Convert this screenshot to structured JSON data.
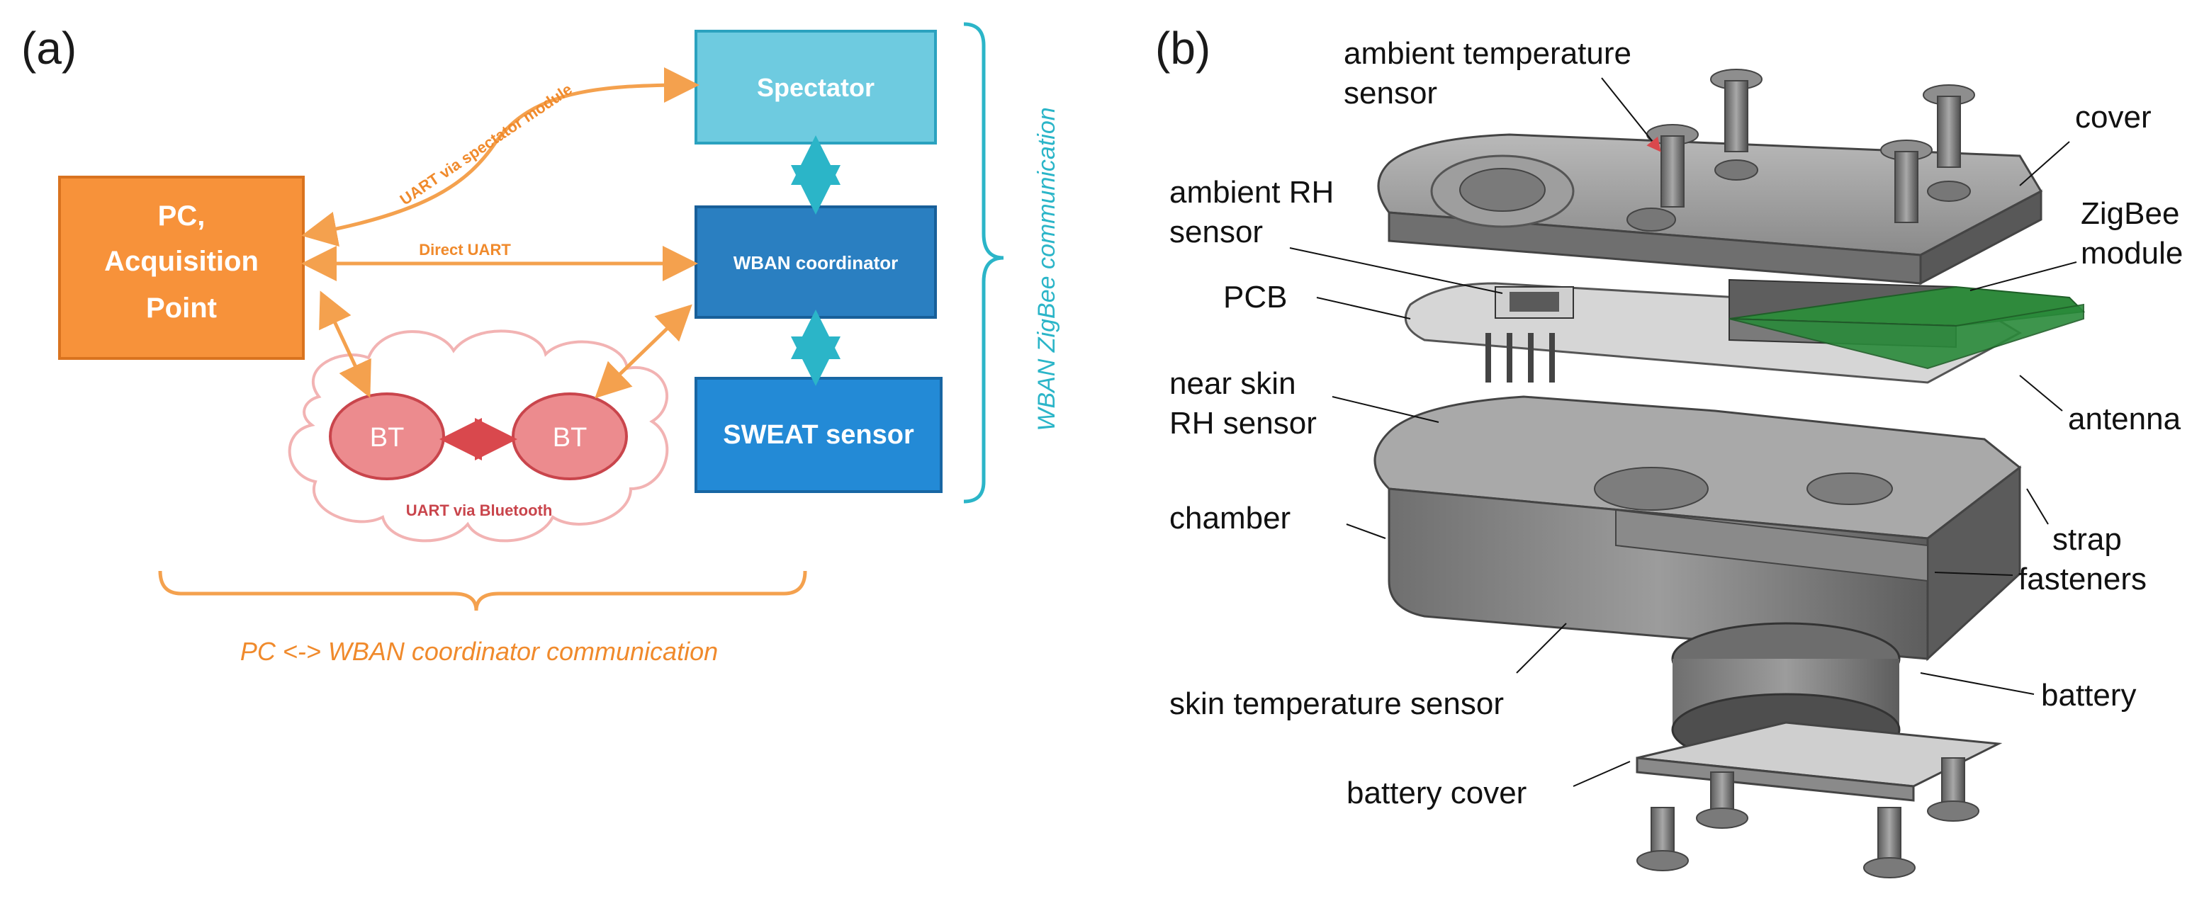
{
  "panel_a": {
    "label": "(a)",
    "pc_box": [
      "PC,",
      "Acquisition",
      "Point"
    ],
    "spectator": "Spectator",
    "wban_coordinator": "WBAN coordinator",
    "sweat_sensor": "SWEAT sensor",
    "bt_left": "BT",
    "bt_right": "BT",
    "uart_bluetooth": "UART via Bluetooth",
    "uart_spectator": "UART via spectator module",
    "direct_uart": "Direct UART",
    "zigbee_comm": "WBAN ZigBee communication",
    "pc_comm": "PC <-> WBAN coordinator communication",
    "colors": {
      "pc_orange": "#f7923a",
      "spectator": "#6ecbe0",
      "coordinator": "#2a7fc1",
      "sweat": "#238ad6",
      "bt_fill": "#ec8b8e",
      "cloud": "#f2b3b3",
      "arrow_orange": "#f4a14e",
      "arrow_teal": "#2bb5c8"
    }
  },
  "panel_b": {
    "label": "(b)",
    "labels": {
      "ambient_temp": [
        "ambient temperature",
        "sensor"
      ],
      "cover": "cover",
      "ambient_rh": [
        "ambient RH",
        "sensor"
      ],
      "zigbee": [
        "ZigBee",
        "module"
      ],
      "pcb": "PCB",
      "near_skin": [
        "near skin",
        "RH sensor"
      ],
      "antenna": "antenna",
      "chamber": "chamber",
      "strap": [
        "strap",
        "fasteners"
      ],
      "skin_temp": "skin temperature sensor",
      "battery": "battery",
      "battery_cover": "battery cover"
    }
  }
}
